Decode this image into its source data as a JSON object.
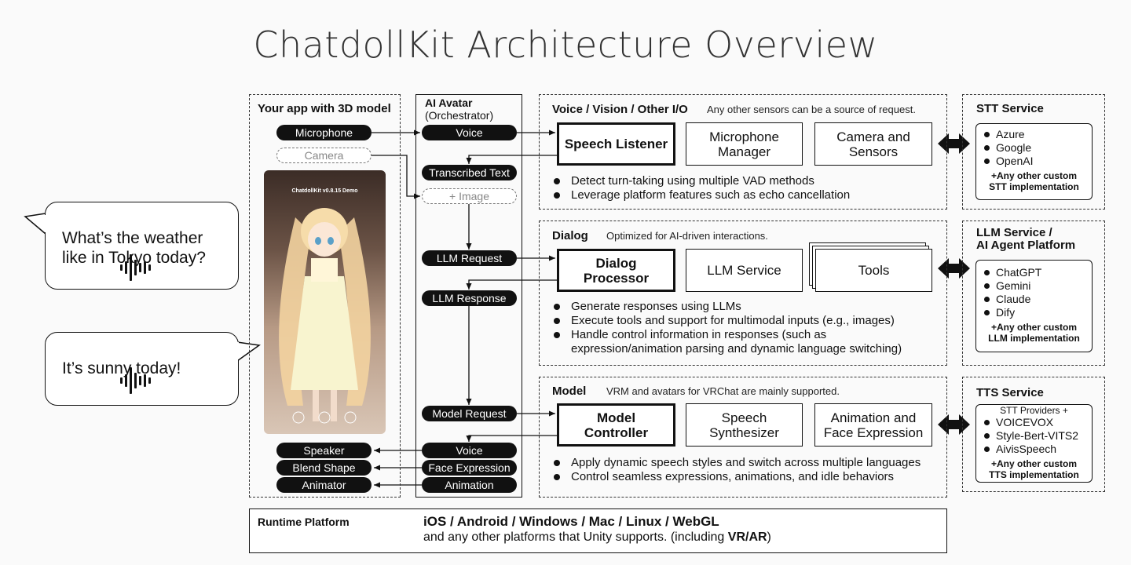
{
  "title": "ChatdollKit Architecture Overview",
  "app": {
    "title": "Your app with 3D model",
    "inputs": [
      "Microphone",
      "Camera"
    ],
    "outputs": [
      "Speaker",
      "Blend Shape",
      "Animator"
    ],
    "phone_title": "ChatdollKit v0.8.15 Demo"
  },
  "bubbles": {
    "user": "What’s the weather\nlike in Tokyo today?",
    "ai": "It’s sunny today!"
  },
  "avatar": {
    "title": "AI Avatar",
    "subtitle": "(Orchestrator)",
    "pills": {
      "voice_in": "Voice",
      "transcribed": "Transcribed Text",
      "image": "+ Image",
      "llm_request": "LLM Request",
      "llm_response": "LLM Response",
      "model_request": "Model Request",
      "voice_out": "Voice",
      "face": "Face Expression",
      "animation": "Animation"
    }
  },
  "io": {
    "title": "Voice / Vision / Other I/O",
    "note": "Any other sensors can be a source of request.",
    "main": "Speech Listener",
    "boxes": [
      "Microphone\nManager",
      "Camera and\nSensors"
    ],
    "bullets": [
      "Detect turn-taking using multiple VAD methods",
      "Leverage platform features such as echo cancellation"
    ]
  },
  "dialog": {
    "title": "Dialog",
    "note": "Optimized for AI-driven interactions.",
    "main": "Dialog\nProcessor",
    "boxes": [
      "LLM Service",
      "Tools"
    ],
    "bullets": [
      "Generate responses using LLMs",
      "Execute tools and support for multimodal inputs (e.g., images)",
      "Handle control information in responses (such as\nexpression/animation parsing and dynamic language switching)"
    ]
  },
  "model": {
    "title": "Model",
    "note": "VRM and avatars for VRChat are mainly supported.",
    "main": "Model\nController",
    "boxes": [
      "Speech\nSynthesizer",
      "Animation and\nFace Expression"
    ],
    "bullets": [
      "Apply dynamic speech styles and switch across multiple languages",
      "Control seamless expressions, animations, and idle behaviors"
    ]
  },
  "stt": {
    "title": "STT Service",
    "items": [
      "Azure",
      "Google",
      "OpenAI"
    ],
    "footer": "+Any other custom\nSTT implementation"
  },
  "llm": {
    "title1": "LLM Service /",
    "title2": "AI Agent Platform",
    "items": [
      "ChatGPT",
      "Gemini",
      "Claude",
      "Dify"
    ],
    "footer": "+Any other custom\nLLM implementation"
  },
  "tts": {
    "title": "TTS Service",
    "header": "STT Providers +",
    "items": [
      "VOICEVOX",
      "Style-Bert-VITS2",
      "AivisSpeech"
    ],
    "footer": "+Any other custom\nTTS implementation"
  },
  "runtime": {
    "title": "Runtime Platform",
    "platforms": "iOS / Android / Windows / Mac / Linux / WebGL",
    "line2_pre": "and any other platforms that Unity supports. (including ",
    "line2_bold": "VR/AR",
    "line2_post": ")"
  }
}
